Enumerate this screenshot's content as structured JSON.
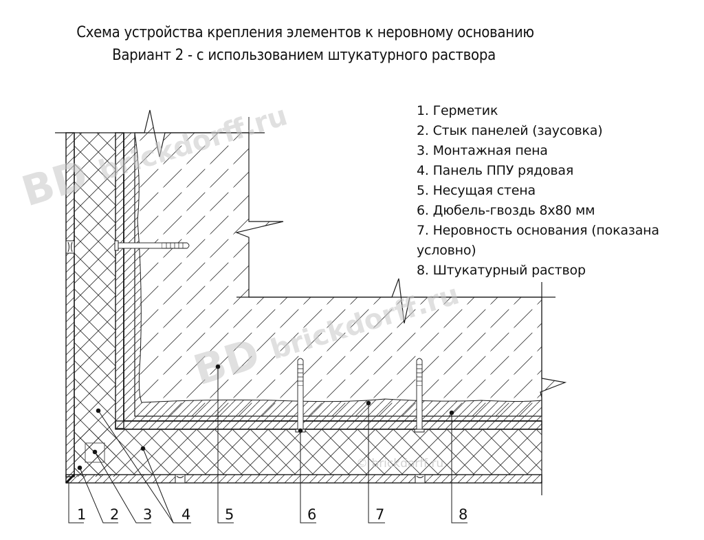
{
  "title": {
    "line1": "Схема устройства крепления элементов к неровному основанию",
    "line2": "Вариант 2 - с использованием штукатурного раствора"
  },
  "legend": {
    "items": [
      "1. Герметик",
      "2. Стык панелей (заусовка)",
      "3. Монтажная пена",
      "4. Панель ППУ рядовая",
      "5. Несущая стена",
      "6. Дюбель-гвоздь 8х80 мм",
      "7. Неровность основания (показана",
      "условно)",
      "8. Штукатурный раствор"
    ]
  },
  "callouts": [
    "1",
    "2",
    "3",
    "4",
    "5",
    "6",
    "7",
    "8"
  ],
  "watermarks": {
    "logo": "BD",
    "site": "brickdorff.ru",
    "copyright": "© brickdorff.ru"
  },
  "colors": {
    "line": "#1a1a1a",
    "watermark": "#c8c8c8",
    "background": "#ffffff"
  }
}
